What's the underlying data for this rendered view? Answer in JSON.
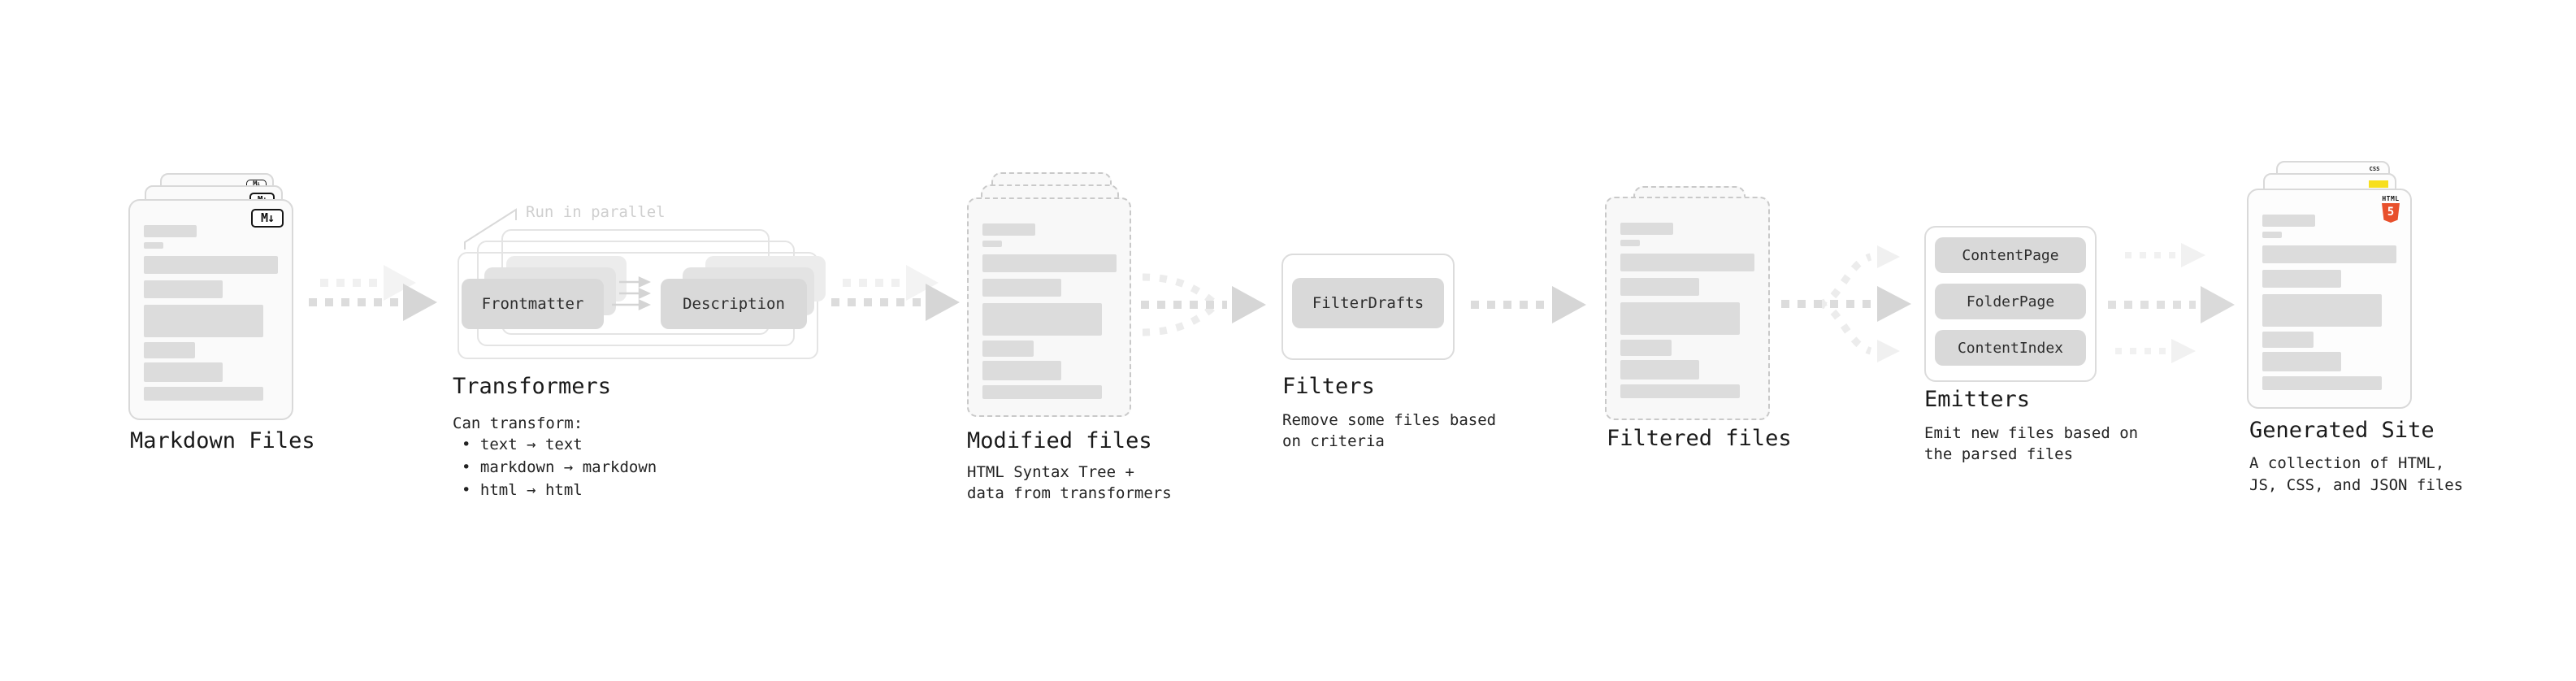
{
  "ui": {
    "annotation_run_parallel": "Run in parallel",
    "md_badge": "M↓",
    "html5_badge_label": "HTML",
    "html5_badge_number": "5",
    "css_badge_label": "CSS",
    "colors": {
      "html5_orange": "#e8502c",
      "js_yellow": "#f7df1e",
      "css_blue": "#2864f0"
    }
  },
  "stages": [
    {
      "id": "markdown-files",
      "title": "Markdown Files"
    },
    {
      "id": "transformers",
      "title": "Transformers",
      "note": "Can transform:",
      "bullets": [
        "• text → text",
        "• markdown → markdown",
        "• html → html"
      ],
      "nodes": [
        "Frontmatter",
        "Description"
      ]
    },
    {
      "id": "modified-files",
      "title": "Modified files",
      "subtitle": [
        "HTML Syntax Tree +",
        "data from transformers"
      ]
    },
    {
      "id": "filters",
      "title": "Filters",
      "subtitle": [
        "Remove some files based",
        "on criteria"
      ],
      "nodes": [
        "FilterDrafts"
      ]
    },
    {
      "id": "filtered-files",
      "title": "Filtered files"
    },
    {
      "id": "emitters",
      "title": "Emitters",
      "subtitle": [
        "Emit new files based on",
        "the parsed files"
      ],
      "nodes": [
        "ContentPage",
        "FolderPage",
        "ContentIndex"
      ]
    },
    {
      "id": "generated-site",
      "title": "Generated Site",
      "subtitle": [
        "A collection of HTML,",
        "JS, CSS, and JSON files"
      ]
    }
  ]
}
